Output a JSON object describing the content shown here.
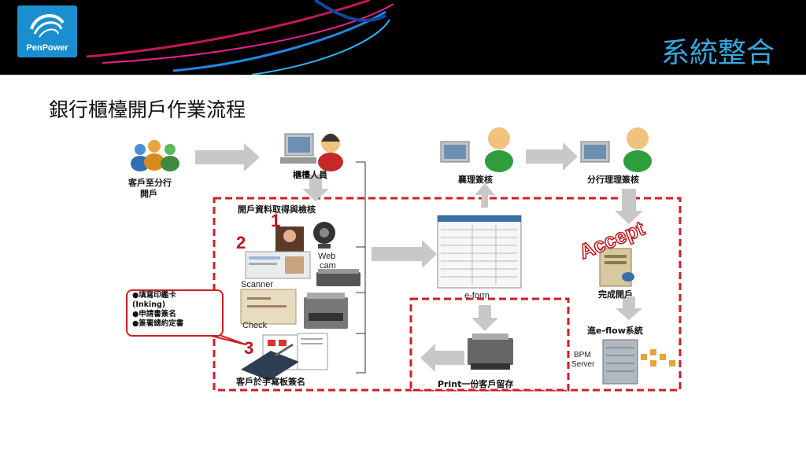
{
  "header": {
    "logo_label": "PenPower",
    "slide_title": "系統整合",
    "accent_color": "#35a8e0",
    "logo_color": "#1a8fd0"
  },
  "subtitle": "銀行櫃檯開戶作業流程",
  "diagram": {
    "customer_label_line1": "客戶至分行",
    "customer_label_line2": "開戶",
    "teller_label": "櫃檯人員",
    "capture_label": "開戶資料取得與檢核",
    "webcam_label_line1": "Web",
    "webcam_label_line2": "cam",
    "scanner_label": "Scanner",
    "check_label": "Check",
    "step1": "1",
    "step2": "2",
    "step3": "3",
    "signpad_label": "客戶於手寫板簽名",
    "eform_label": "e-form",
    "manager_label": "襄理簽核",
    "branch_manager_label": "分行理理簽核",
    "accept_label": "Accept",
    "complete_label": "完成開戶",
    "eflow_label": "進e-flow系統",
    "bpm_label_line1": "BPM",
    "bpm_label_line2": "Server",
    "print_label": "Print一份客戶留存",
    "callout_items": [
      "●填寫印鑑卡",
      "(Inking)",
      "●申請書簽名",
      "●簽署總約定書"
    ],
    "dashed_color": "#d21d24"
  }
}
